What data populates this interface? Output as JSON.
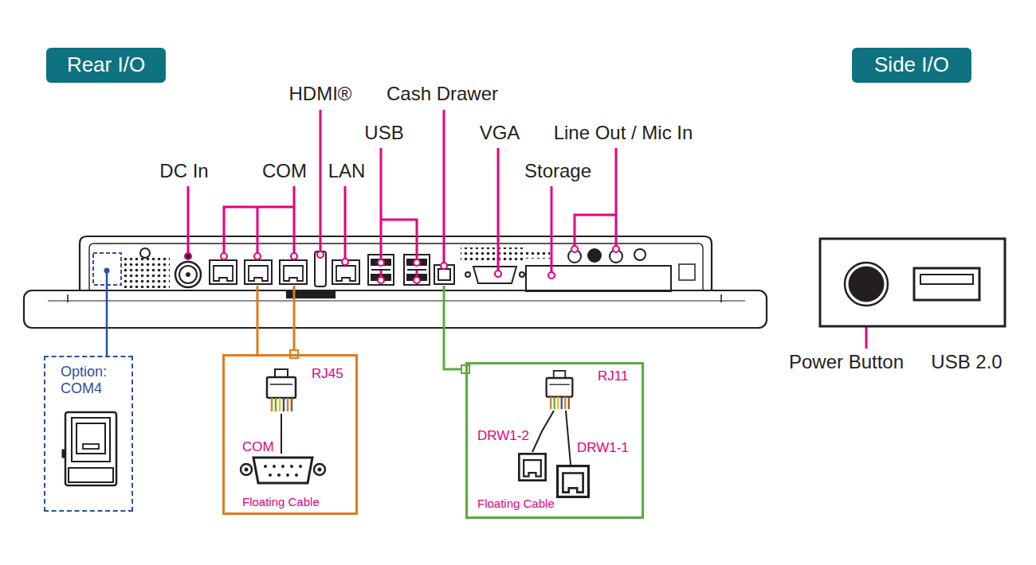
{
  "diagram": {
    "nodes": [
      {
        "text": [
          "Rear I/O"
        ]
      },
      {
        "text": [
          "Side I/O"
        ]
      },
      {
        "text": [
          "Option: COM4"
        ]
      },
      {
        "text": [
          "RJ45",
          "COM",
          "Floating Cable"
        ]
      },
      {
        "text": [
          "RJ11",
          "DRW1-2",
          "DRW1-1",
          "Floating Cable"
        ]
      }
    ],
    "labels": [
      "HDMI®",
      "Cash Drawer",
      "USB",
      "VGA",
      "Line Out / Mic In",
      "DC In",
      "COM",
      "LAN",
      "Storage",
      "Power Button",
      "USB 2.0"
    ]
  }
}
